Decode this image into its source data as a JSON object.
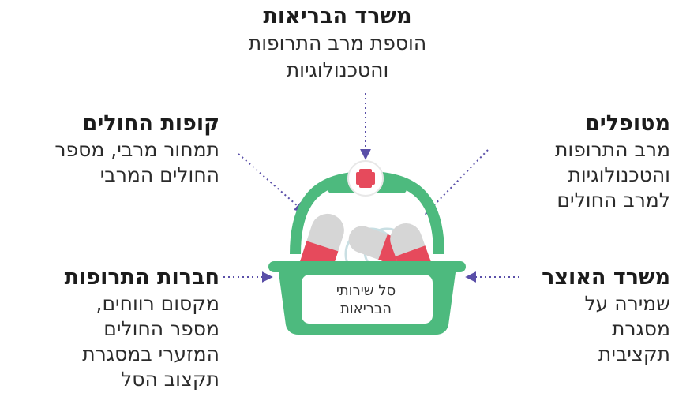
{
  "top": {
    "title": "משרד הבריאות",
    "lines": [
      "הוספת מרב התרופות",
      "והטכנולוגיות"
    ]
  },
  "top_left": {
    "title": "קופות החולים",
    "lines": [
      "תמחור מרבי, מספר",
      "החולים המרבי"
    ]
  },
  "top_right": {
    "title": "מטופלים",
    "lines": [
      "מרב התרופות",
      "והטכנולוגיות",
      "למרב החולים"
    ]
  },
  "bottom_left": {
    "title": "חברות התרופות",
    "lines": [
      "מקסום רווחים,",
      "מספר החולים",
      "המזערי במסגרת",
      "תקצוב הסל"
    ]
  },
  "bottom_right": {
    "title": "משרד האוצר",
    "lines": [
      "שמירה על",
      "מסגרת",
      "תקציבית"
    ]
  },
  "basket_label": [
    "סל שירותי",
    "הבריאות"
  ],
  "colors": {
    "basket_green": "#4dba7e",
    "arrow_purple": "#5a4fa8",
    "pill_red": "#e64a5c",
    "pill_gray": "#d6d6d6",
    "cross_red": "#e64a5c"
  },
  "icons": [
    "medicine-basket-icon",
    "medical-cross-icon"
  ]
}
